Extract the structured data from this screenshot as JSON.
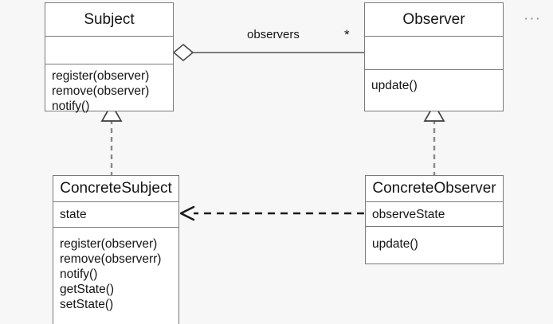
{
  "diagram": {
    "title_text": "",
    "background_color": "#f7f7f7",
    "line_color": "#555555",
    "box_border_color": "#7a7a7a",
    "corner_ellipsis": "···",
    "classes": [
      {
        "id": "subject",
        "name": "Subject",
        "attributes": [],
        "operations": [
          "register(observer)",
          "remove(observer)",
          "notify()"
        ]
      },
      {
        "id": "observer",
        "name": "Observer",
        "attributes": [],
        "operations": [
          "update()"
        ]
      },
      {
        "id": "concrete-subject",
        "name": "ConcreteSubject",
        "attributes": [
          "state"
        ],
        "operations": [
          "register(observer)",
          "remove(observerr)",
          "notify()",
          "getState()",
          "setState()"
        ]
      },
      {
        "id": "concrete-observer",
        "name": "ConcreteObserver",
        "attributes": [
          "observeState"
        ],
        "operations": [
          "update()"
        ]
      }
    ],
    "relations": [
      {
        "id": "aggregation-subject-observer",
        "kind": "aggregation",
        "from": "subject",
        "to": "observer",
        "role_label": "observers",
        "multiplicity": "*"
      },
      {
        "id": "realization-concrete-subject",
        "kind": "realization",
        "from": "concrete-subject",
        "to": "subject",
        "role_label": "",
        "multiplicity": ""
      },
      {
        "id": "realization-concrete-observer",
        "kind": "realization",
        "from": "concrete-observer",
        "to": "observer",
        "role_label": "",
        "multiplicity": ""
      },
      {
        "id": "dependency-observer-subject",
        "kind": "dependency",
        "from": "concrete-observer",
        "to": "concrete-subject",
        "role_label": "",
        "multiplicity": ""
      }
    ]
  }
}
